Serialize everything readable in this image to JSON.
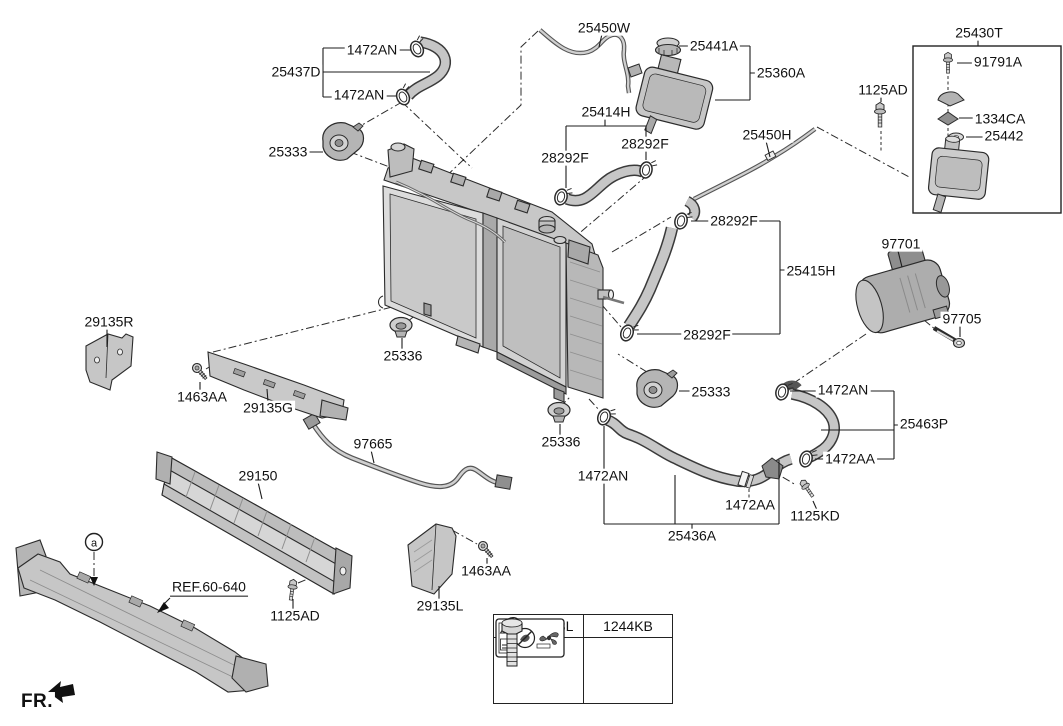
{
  "direction_indicator": "FR.",
  "reference": "REF.60-640",
  "detail_marker": "a",
  "callouts": [
    {
      "id": "1472AN-top-upper",
      "text": "1472AN"
    },
    {
      "id": "25437D",
      "text": "25437D"
    },
    {
      "id": "1472AN-top-lower",
      "text": "1472AN"
    },
    {
      "id": "25333-left",
      "text": "25333"
    },
    {
      "id": "25450W",
      "text": "25450W"
    },
    {
      "id": "25441A",
      "text": "25441A"
    },
    {
      "id": "25360A",
      "text": "25360A"
    },
    {
      "id": "25414H",
      "text": "25414H"
    },
    {
      "id": "28292F-upper-left",
      "text": "28292F"
    },
    {
      "id": "28292F-upper-right",
      "text": "28292F"
    },
    {
      "id": "25450H",
      "text": "25450H"
    },
    {
      "id": "25430T",
      "text": "25430T"
    },
    {
      "id": "91791A",
      "text": "91791A"
    },
    {
      "id": "1125AD-top",
      "text": "1125AD"
    },
    {
      "id": "1334CA",
      "text": "1334CA"
    },
    {
      "id": "25442",
      "text": "25442"
    },
    {
      "id": "28292F-mid-upper",
      "text": "28292F"
    },
    {
      "id": "25415H",
      "text": "25415H"
    },
    {
      "id": "97701",
      "text": "97701"
    },
    {
      "id": "97705",
      "text": "97705"
    },
    {
      "id": "28292F-mid-lower",
      "text": "28292F"
    },
    {
      "id": "29135R",
      "text": "29135R"
    },
    {
      "id": "25336-left",
      "text": "25336"
    },
    {
      "id": "1463AA-left",
      "text": "1463AA"
    },
    {
      "id": "29135G",
      "text": "29135G"
    },
    {
      "id": "97665",
      "text": "97665"
    },
    {
      "id": "25336-right",
      "text": "25336"
    },
    {
      "id": "25333-right",
      "text": "25333"
    },
    {
      "id": "1472AN-right-hose",
      "text": "1472AN"
    },
    {
      "id": "25463P",
      "text": "25463P"
    },
    {
      "id": "1472AA-right-hose",
      "text": "1472AA"
    },
    {
      "id": "1472AN-bottom-hose",
      "text": "1472AN"
    },
    {
      "id": "29150",
      "text": "29150"
    },
    {
      "id": "1472AA-bottom-hose",
      "text": "1472AA"
    },
    {
      "id": "1125KD",
      "text": "1125KD"
    },
    {
      "id": "25436A",
      "text": "25436A"
    },
    {
      "id": "1125AD-bottom",
      "text": "1125AD"
    },
    {
      "id": "1463AA-bottom",
      "text": "1463AA"
    },
    {
      "id": "29135L",
      "text": "29135L"
    }
  ],
  "detail_table": {
    "marker": "a",
    "part_left": "25388L",
    "part_right": "1244KB"
  }
}
